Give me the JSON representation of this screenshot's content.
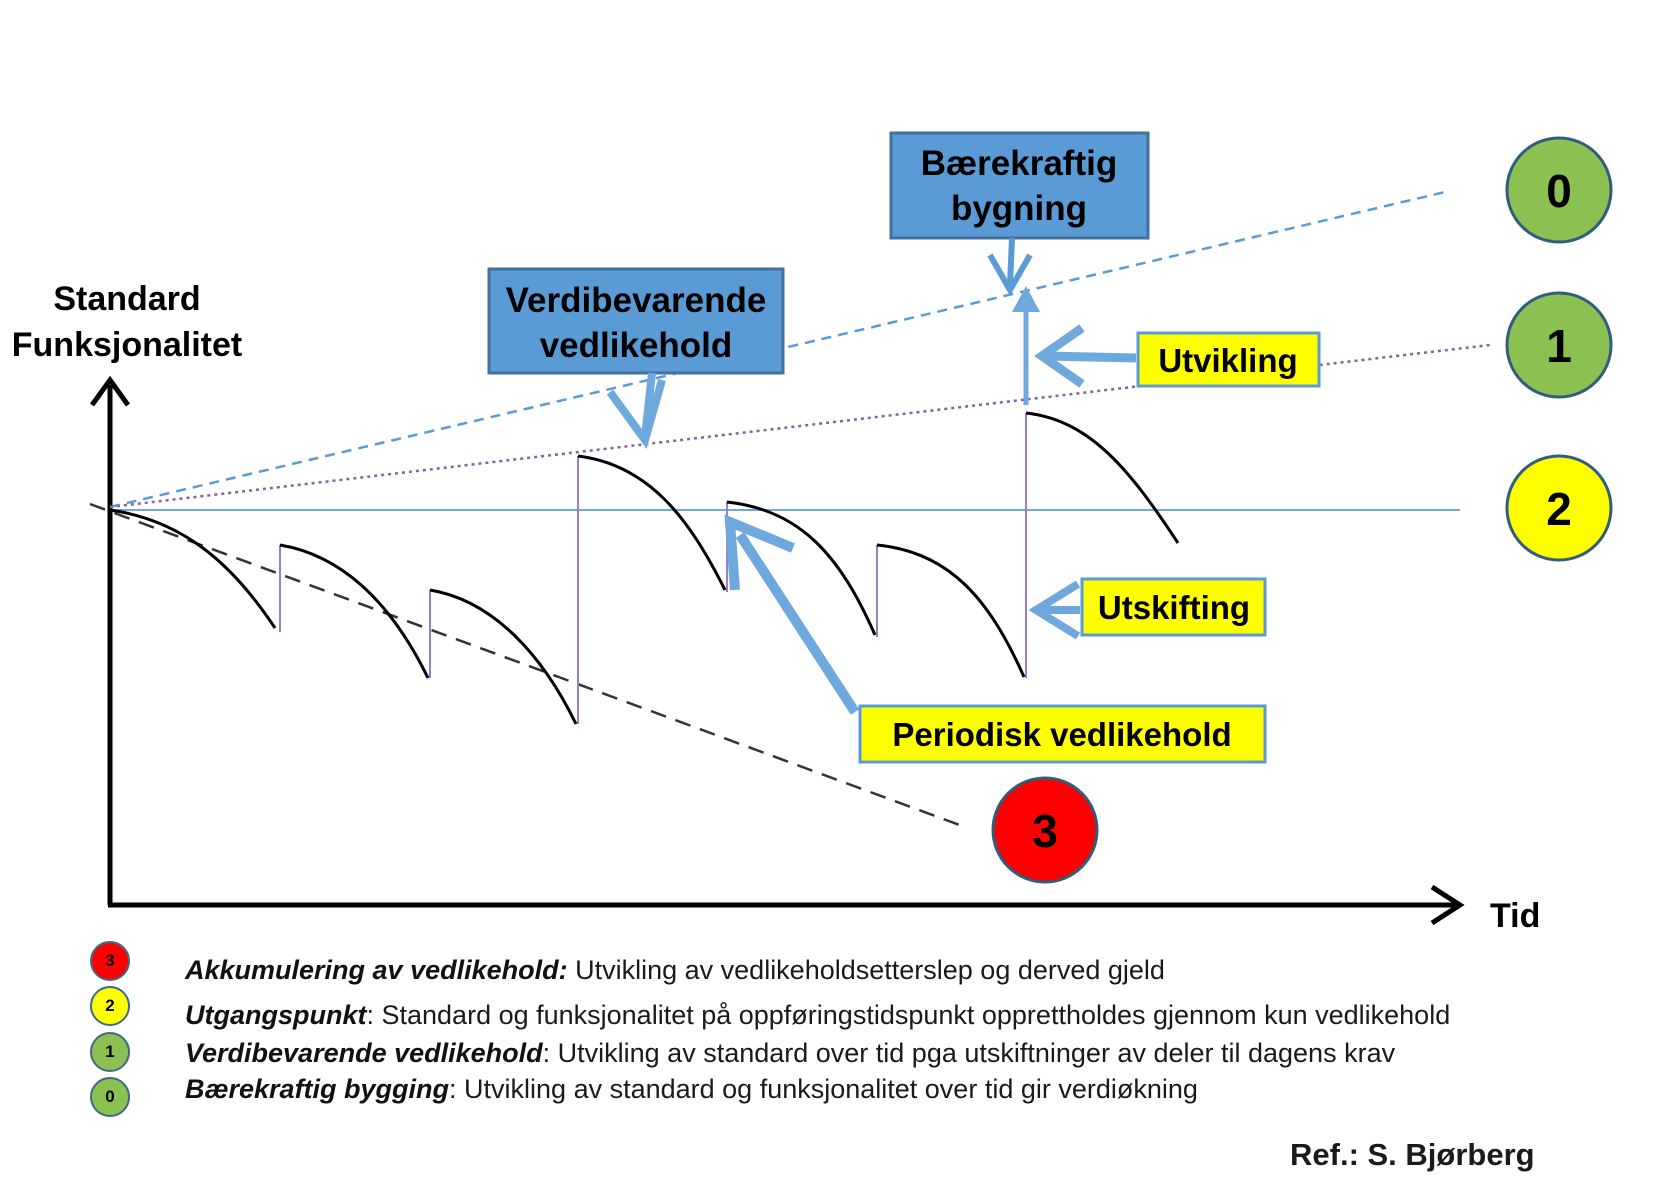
{
  "axis": {
    "y_label_line1": "Standard",
    "y_label_line2": "Funksjonalitet",
    "x_label": "Tid"
  },
  "levels": [
    {
      "id": "0",
      "label": "0",
      "color": "#8cc152"
    },
    {
      "id": "1",
      "label": "1",
      "color": "#8cc152"
    },
    {
      "id": "2",
      "label": "2",
      "color": "#ffff00"
    },
    {
      "id": "3",
      "label": "3",
      "color": "#ff0000"
    }
  ],
  "callouts": {
    "baerekraftig_line1": "Bærekraftig",
    "baerekraftig_line2": "bygning",
    "verdibevarende_line1": "Verdibevarende",
    "verdibevarende_line2": "vedlikehold",
    "utvikling": "Utvikling",
    "utskifting": "Utskifting",
    "periodisk": "Periodisk vedlikehold"
  },
  "colors": {
    "blue_box": "#5b9bd5",
    "blue_box_border": "#41719c",
    "yellow_box": "#ffff00",
    "yellow_box_border": "#5b9bd5",
    "arrow_blue": "#6fa8dc"
  },
  "legend": [
    {
      "dot": "3",
      "color": "#ff0000",
      "term": "Akkumulering av vedlikehold:",
      "text": " Utvikling av vedlikeholdsetterslep og derved gjeld"
    },
    {
      "dot": "2",
      "color": "#ffff00",
      "term": "Utgangspunkt",
      "text": ": Standard og funksjonalitet på oppføringstidspunkt opprettholdes gjennom kun vedlikehold"
    },
    {
      "dot": "1",
      "color": "#8cc152",
      "term": "Verdibevarende vedlikehold",
      "text": ": Utvikling av standard over tid pga utskiftninger av deler til dagens krav"
    },
    {
      "dot": "0",
      "color": "#8cc152",
      "term": "Bærekraftig bygging",
      "text": ": Utvikling av standard og funksjonalitet over tid gir verdiøkning"
    }
  ],
  "reference": "Ref.: S. Bjørberg"
}
